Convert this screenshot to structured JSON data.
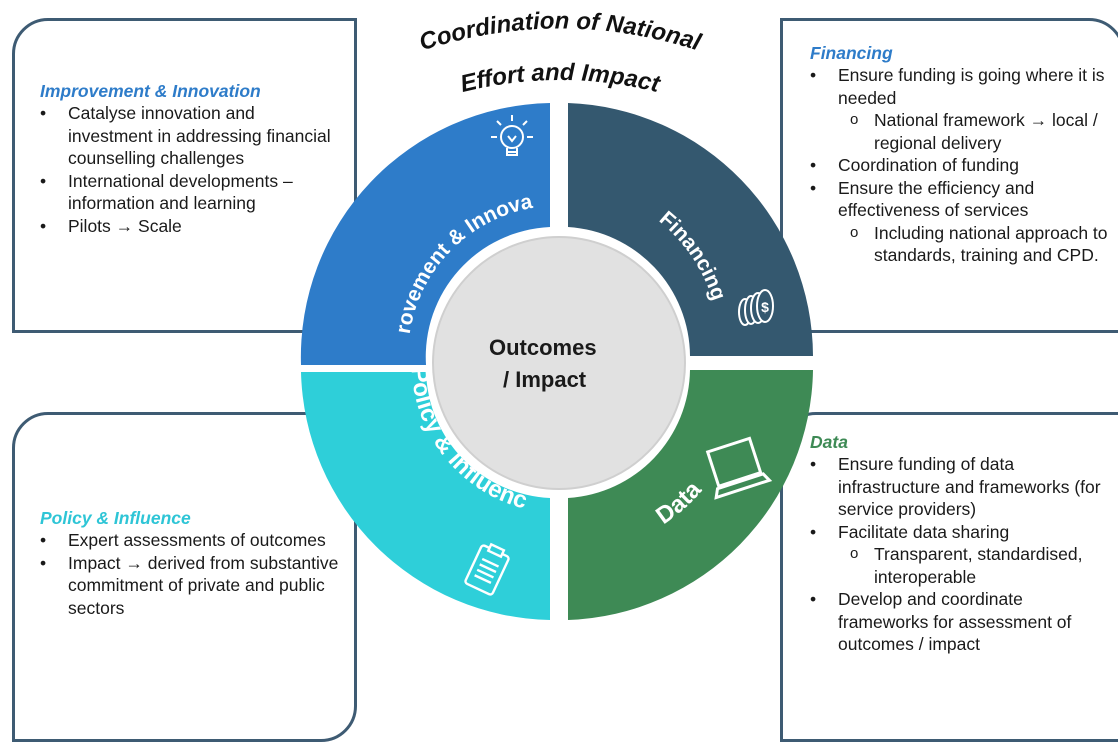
{
  "title": {
    "line1": "Coordination of National",
    "line2": "Effort and Impact"
  },
  "center": {
    "line1": "Outcomes",
    "line2": "/ Impact"
  },
  "segments": {
    "improvement": "Improvement & Innovation",
    "financing": "Financing",
    "policy": "Policy & Influence",
    "data": "Data"
  },
  "colors": {
    "improvement": "#2e7cc9",
    "financing": "#34586f",
    "policy": "#2ecfd9",
    "data": "#3e8a55",
    "center": "#e1e1e1",
    "panel_border": "#3e5b73"
  },
  "icons": {
    "improvement": "lightbulb-icon",
    "financing": "coins-icon",
    "policy": "clipboard-icon",
    "data": "laptop-icon"
  },
  "panels": {
    "improvement": {
      "heading": "Improvement & Innovation",
      "items": [
        {
          "text": "Catalyse innovation and investment in addressing financial counselling challenges"
        },
        {
          "text": "International developments – information and learning"
        },
        {
          "text": "Pilots → Scale"
        }
      ]
    },
    "financing": {
      "heading": "Financing",
      "items": [
        {
          "text": "Ensure funding is going where it is needed"
        },
        {
          "text": "National framework → local / regional delivery",
          "sub": true
        },
        {
          "text": "Coordination of funding"
        },
        {
          "text": "Ensure the efficiency and effectiveness of services"
        },
        {
          "text": "Including national approach to standards, training and CPD.",
          "sub": true
        }
      ]
    },
    "policy": {
      "heading": "Policy & Influence",
      "items": [
        {
          "text": "Expert assessments of outcomes"
        },
        {
          "text": "Impact → derived from substantive commitment of private and public sectors"
        }
      ]
    },
    "data": {
      "heading": "Data",
      "items": [
        {
          "text": "Ensure funding of data infrastructure and frameworks (for service providers)"
        },
        {
          "text": "Facilitate data sharing"
        },
        {
          "text": "Transparent, standardised, interoperable",
          "sub": true
        },
        {
          "text": "Develop and coordinate frameworks for assessment of outcomes / impact"
        }
      ]
    }
  }
}
